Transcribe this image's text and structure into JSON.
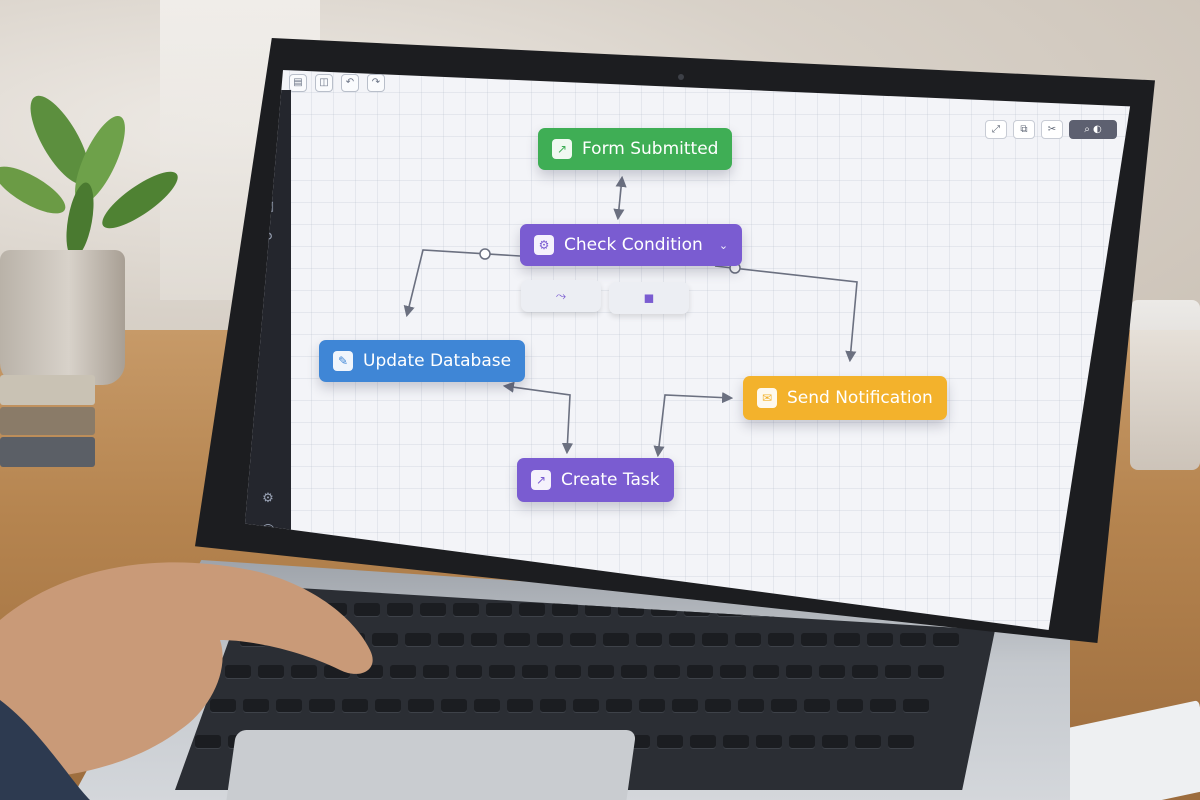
{
  "toolbar": {
    "icons": [
      "file-icon",
      "layers-icon",
      "undo-icon",
      "redo-icon"
    ]
  },
  "right_tools": {
    "buttons": [
      "zoom-fit-icon",
      "copy-icon",
      "cut-icon"
    ],
    "primary_button_icon": "search-settings-icon"
  },
  "sidebar": {
    "icons": [
      "collapse-icon",
      "trigger-icon",
      "condition-icon",
      "data-icon",
      "link-icon",
      "settings-icon",
      "help-icon",
      "user-icon"
    ]
  },
  "nodes": {
    "form_submitted": {
      "label": "Form Submitted",
      "color": "#3fae55",
      "icon": "chart-icon"
    },
    "check_condition": {
      "label": "Check Condition",
      "color": "#7a5cd1",
      "icon": "gear-icon",
      "caret": "⌄"
    },
    "update_database": {
      "label": "Update Database",
      "color": "#3f86d6",
      "icon": "database-icon"
    },
    "send_notification": {
      "label": "Send Notification",
      "color": "#f3b22c",
      "icon": "mail-icon"
    },
    "create_task": {
      "label": "Create Task",
      "color": "#7a5cd1",
      "icon": "task-icon"
    }
  },
  "condition_branches": [
    "branch-icon",
    "briefcase-icon"
  ]
}
